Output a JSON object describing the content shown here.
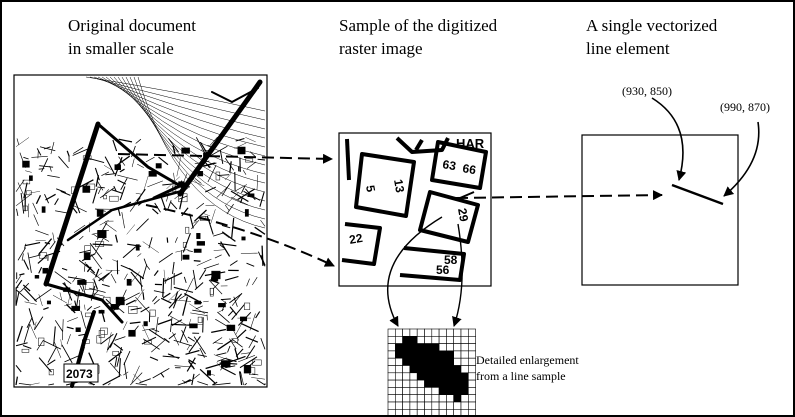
{
  "panels": {
    "original": {
      "title_line1": "Original document",
      "title_line2": "in smaller scale"
    },
    "raster": {
      "title_line1": "Sample of the digitized",
      "title_line2": "raster image"
    },
    "vector": {
      "title_line1": "A single vectorized",
      "title_line2": "line element"
    }
  },
  "raster_labels": [
    "HAR",
    "63",
    "66",
    "5",
    "13",
    "29",
    "58",
    "22",
    "56"
  ],
  "map_labels": [
    "2073"
  ],
  "coordinates": {
    "start_point": "(930, 850)",
    "end_point": "(990, 870)"
  },
  "enlargement": {
    "caption_line1": "Detailed enlargement",
    "caption_line2": "from a line sample"
  },
  "colors": {
    "ink": "#000000",
    "paper": "#ffffff"
  }
}
